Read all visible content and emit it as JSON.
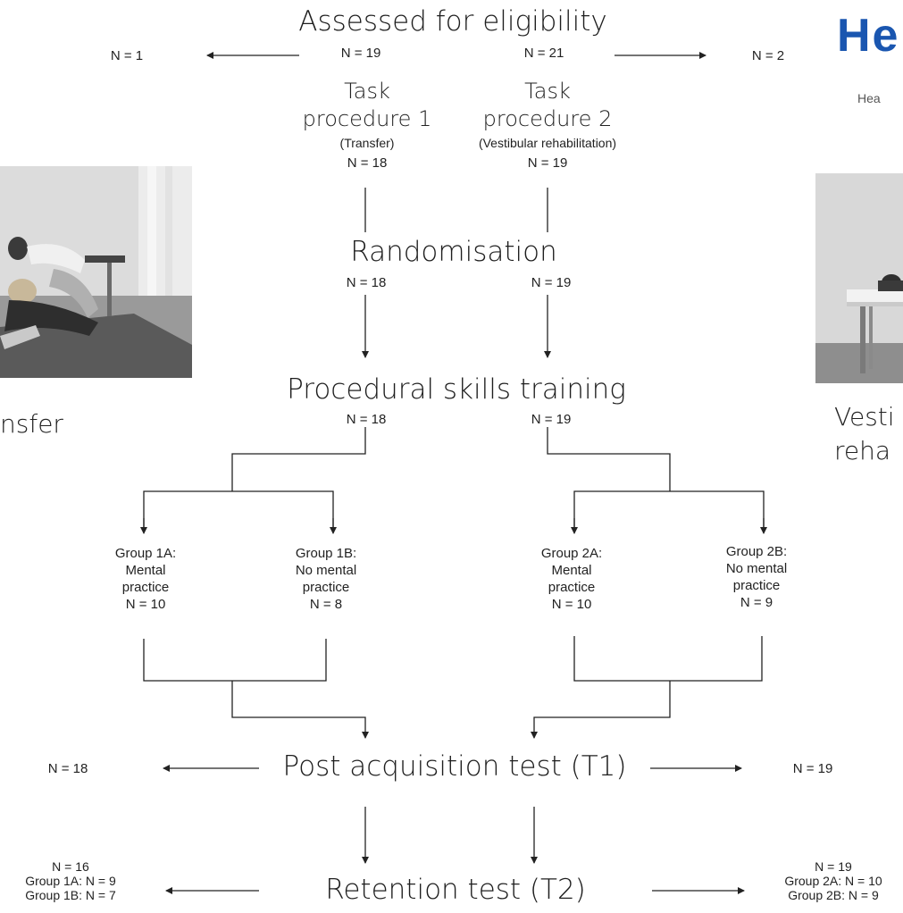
{
  "logo": {
    "text": "He",
    "tagline": "Hea",
    "color": "#1a56b0"
  },
  "header": {
    "title": "Assessed for eligibility",
    "n_left": "N = 19",
    "n_right": "N = 21"
  },
  "excluded": {
    "left": "N = 1",
    "right": "N = 2"
  },
  "task1": {
    "line1": "Task",
    "line2": "procedure 1",
    "detail": "(Transfer)",
    "n": "N = 18"
  },
  "task2": {
    "line1": "Task",
    "line2": "procedure 2",
    "detail": "(Vestibular rehabilitation)",
    "n": "N = 19"
  },
  "randomisation": {
    "title": "Randomisation",
    "n_left": "N = 18",
    "n_right": "N = 19"
  },
  "training": {
    "title": "Procedural skills training",
    "n_left": "N = 18",
    "n_right": "N = 19"
  },
  "groups": [
    {
      "label": "Group 1A:",
      "desc1": "Mental",
      "desc2": "practice",
      "n": "N = 10"
    },
    {
      "label": "Group 1B:",
      "desc1": "No mental",
      "desc2": "practice",
      "n": "N = 8"
    },
    {
      "label": "Group 2A:",
      "desc1": "Mental",
      "desc2": "practice",
      "n": "N = 10"
    },
    {
      "label": "Group 2B:",
      "desc1": "No mental",
      "desc2": "practice",
      "n": "N = 9"
    }
  ],
  "post_test": {
    "title": "Post acquisition test (T1)",
    "n_left": "N = 18",
    "n_right": "N = 19"
  },
  "retention": {
    "title": "Retention test (T2)",
    "left": {
      "n": "N = 16",
      "g1": "Group 1A: N = 9",
      "g2": "Group 1B: N = 7"
    },
    "right": {
      "n": "N = 19",
      "g1": "Group 2A: N = 10",
      "g2": "Group 2B: N = 9"
    }
  },
  "captions": {
    "left": "nsfer",
    "right_line1": "Vesti",
    "right_line2": "reha"
  },
  "photos": {
    "left": "transfer-photo",
    "right": "vestibular-rehabilitation-photo"
  }
}
